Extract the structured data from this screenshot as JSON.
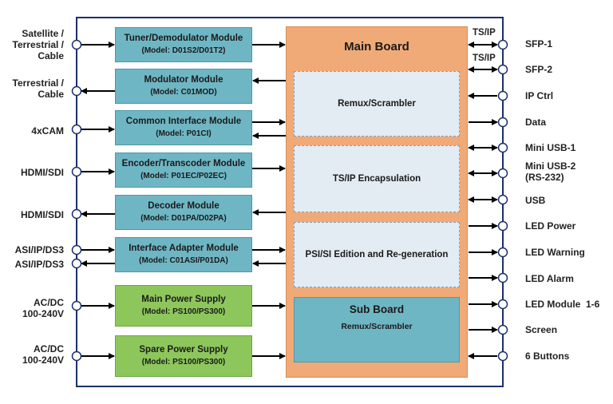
{
  "left_ports": [
    {
      "label": "Satellite /\nTerrestrial /\nCable"
    },
    {
      "label": "Terrestrial /\nCable"
    },
    {
      "label": "4xCAM"
    },
    {
      "label": "HDMI/SDI"
    },
    {
      "label": "HDMI/SDI"
    },
    {
      "label": "ASI/IP/DS3"
    },
    {
      "label": "ASI/IP/DS3"
    },
    {
      "label": "AC/DC\n100-240V"
    },
    {
      "label": "AC/DC\n100-240V"
    }
  ],
  "modules": [
    {
      "title": "Tuner/Demodulator Module",
      "model": "(Model: D01S2/D01T2)"
    },
    {
      "title": "Modulator Module",
      "model": "(Model: C01MOD)"
    },
    {
      "title": "Common Interface Module",
      "model": "(Model: P01CI)"
    },
    {
      "title": "Encoder/Transcoder Module",
      "model": "(Model: P01EC/P02EC)"
    },
    {
      "title": "Decoder Module",
      "model": "(Model: D01PA/D02PA)"
    },
    {
      "title": "Interface Adapter Module",
      "model": "(Model: C01ASI/P01DA)"
    }
  ],
  "power_supplies": [
    {
      "title": "Main Power Supply",
      "model": "(Model: PS100/PS300)"
    },
    {
      "title": "Spare Power Supply",
      "model": "(Model: PS100/PS300)"
    }
  ],
  "main_board": {
    "title": "Main Board",
    "blocks": [
      "Remux/Scrambler",
      "TS/IP Encapsulation",
      "PSI/SI Edition and Re-generation"
    ]
  },
  "sub_board": {
    "title": "Sub Board",
    "subtitle": "Remux/Scrambler"
  },
  "tsip_labels": [
    "TS/IP",
    "TS/IP"
  ],
  "right_ports": [
    {
      "label": "SFP-1"
    },
    {
      "label": "SFP-2"
    },
    {
      "label": "IP Ctrl"
    },
    {
      "label": "Data"
    },
    {
      "label": "Mini USB-1"
    },
    {
      "label": "Mini USB-2\n(RS-232)"
    },
    {
      "label": "USB"
    },
    {
      "label": "LED Power"
    },
    {
      "label": "LED Warning"
    },
    {
      "label": "LED Alarm"
    },
    {
      "label": "LED Module  1-6"
    },
    {
      "label": "Screen"
    },
    {
      "label": "6 Buttons"
    }
  ],
  "colors": {
    "module": "#6fb6c4",
    "power": "#8dc75b",
    "main_board": "#f0aa78",
    "inner_block": "#e3ebf3",
    "frame": "#1c2f6b"
  }
}
